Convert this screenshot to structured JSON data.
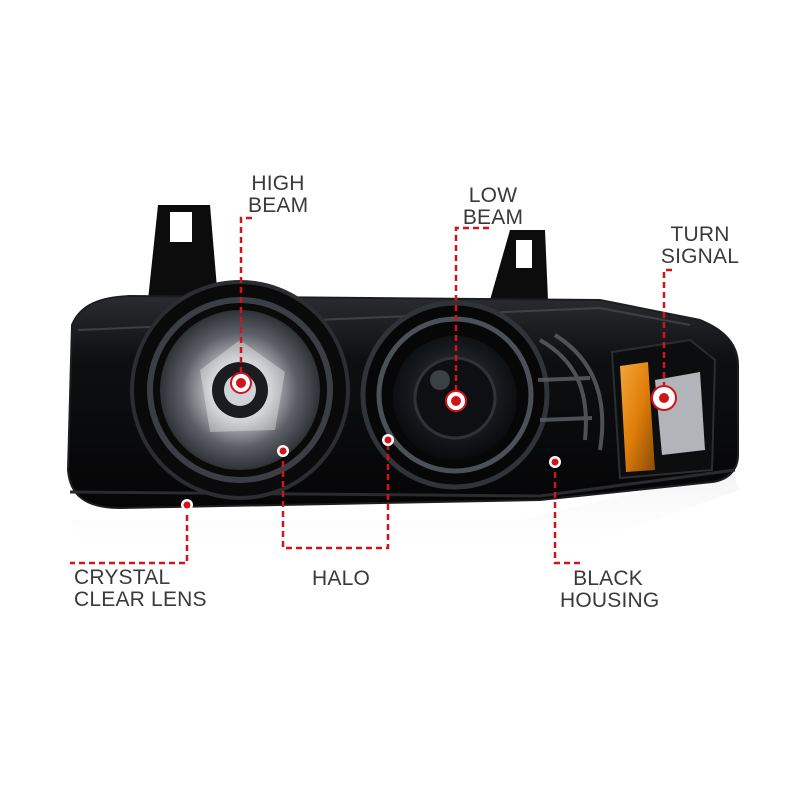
{
  "callouts": {
    "high_beam": {
      "line1": "HIGH",
      "line2": "BEAM"
    },
    "low_beam": {
      "line1": "LOW",
      "line2": "BEAM"
    },
    "turn_signal": {
      "line1": "TURN",
      "line2": "SIGNAL"
    },
    "crystal_clear_lens": {
      "line1": "CRYSTAL",
      "line2": "CLEAR LENS"
    },
    "halo": {
      "line1": "HALO"
    },
    "black_housing": {
      "line1": "BLACK",
      "line2": "HOUSING"
    }
  },
  "colors": {
    "callout_accent": "#d0141c",
    "label_text": "#3a3a3a",
    "housing": "#0b0b0c",
    "turn_signal_amber": "#e8860a"
  }
}
